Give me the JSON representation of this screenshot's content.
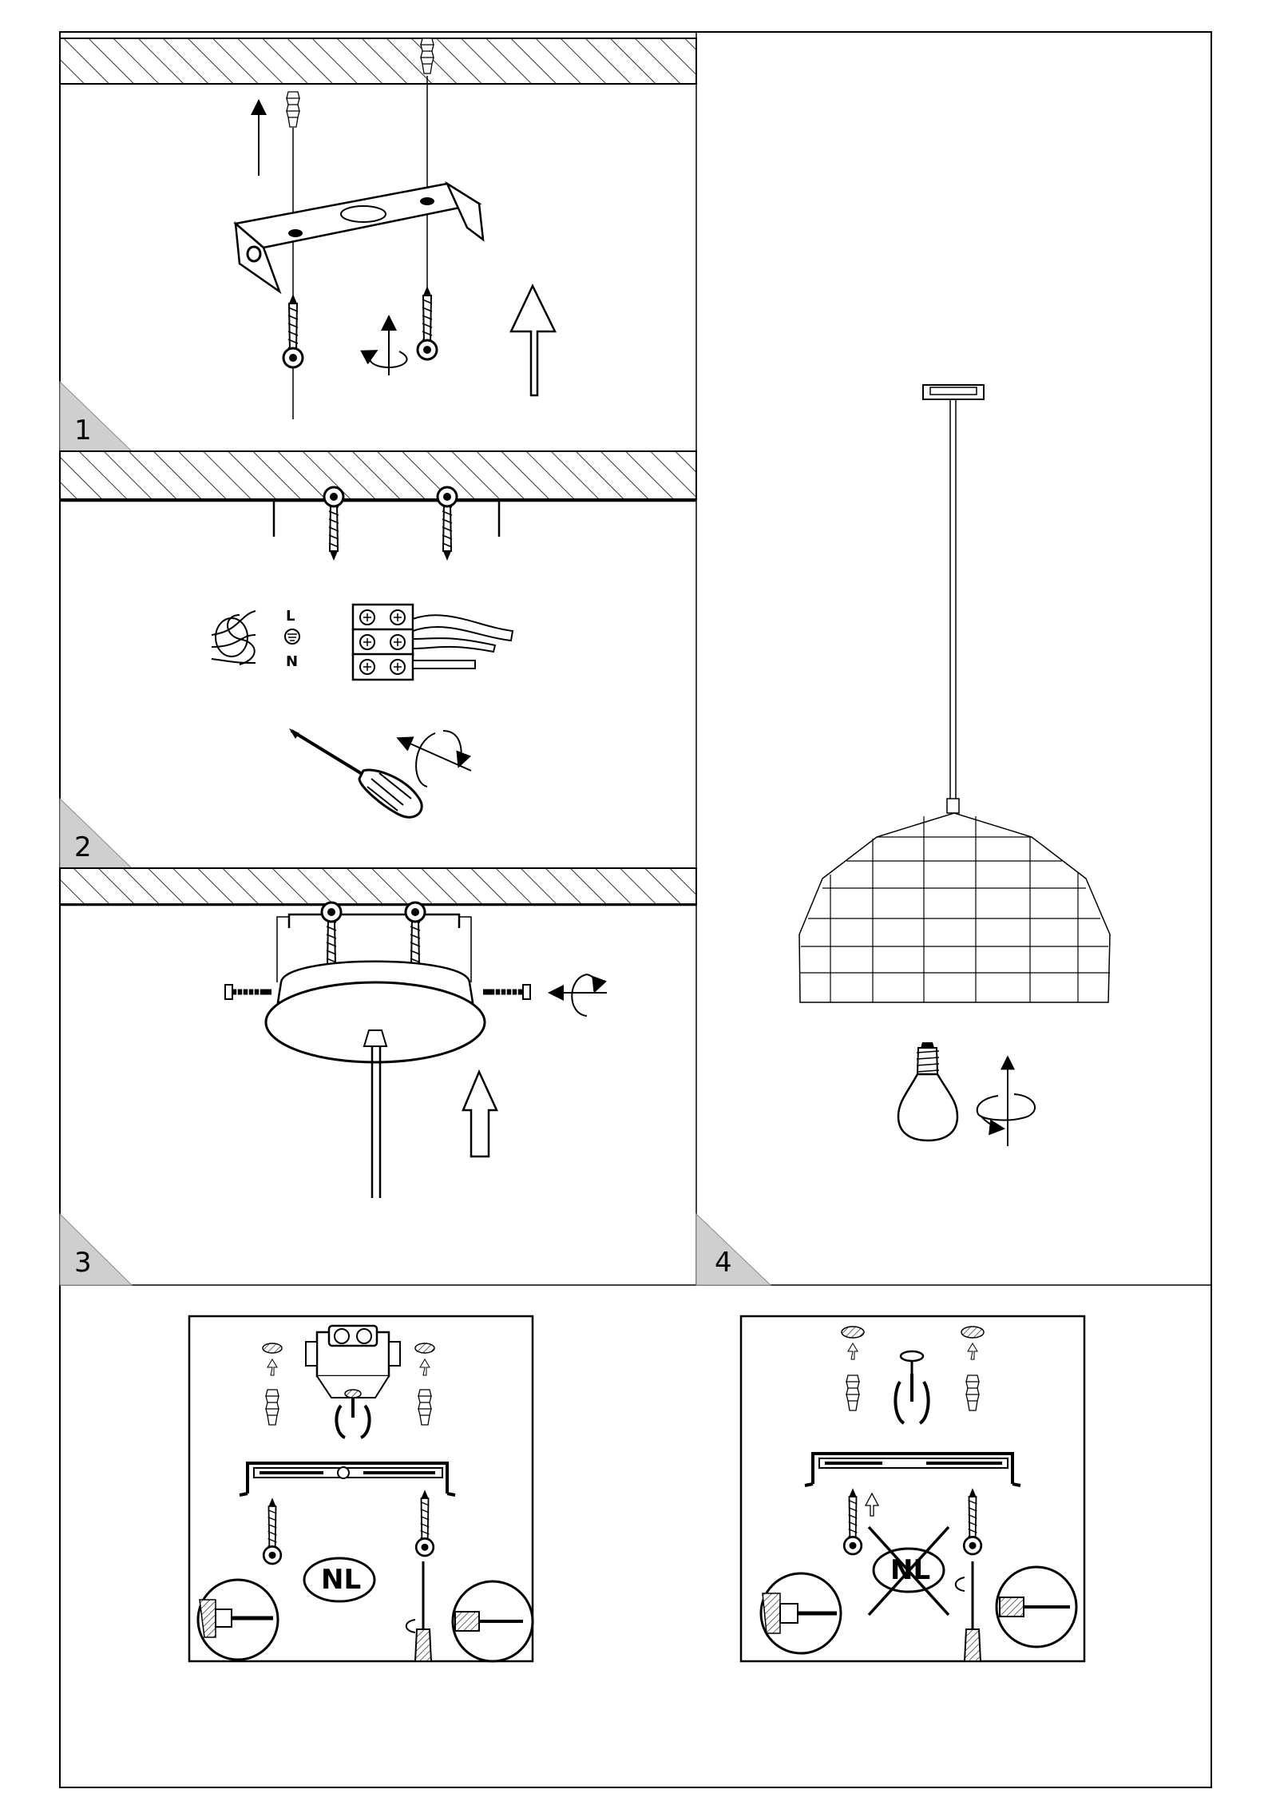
{
  "steps": [
    {
      "number": "1"
    },
    {
      "number": "2"
    },
    {
      "number": "3"
    },
    {
      "number": "4"
    }
  ],
  "terminal_labels": {
    "live": "L",
    "neutral": "N",
    "earth_symbol": "earth-ground-symbol"
  },
  "mounting_variants": {
    "left": {
      "badge": "NL",
      "status": "applicable"
    },
    "right": {
      "badge": "NL",
      "status": "crossed-out"
    }
  },
  "colors": {
    "line": "#000000",
    "wall_hatch": "#000000",
    "corner_tab": "#cfcfcf",
    "background": "#ffffff"
  },
  "icons": [
    "ceiling-hatch-icon",
    "mounting-bracket-icon",
    "wall-plug-icon",
    "screw-icon",
    "rotate-arrow-icon",
    "up-arrow-icon",
    "terminal-block-icon",
    "screwdriver-icon",
    "canopy-icon",
    "pendant-shade-icon",
    "light-bulb-icon",
    "cross-out-icon"
  ]
}
